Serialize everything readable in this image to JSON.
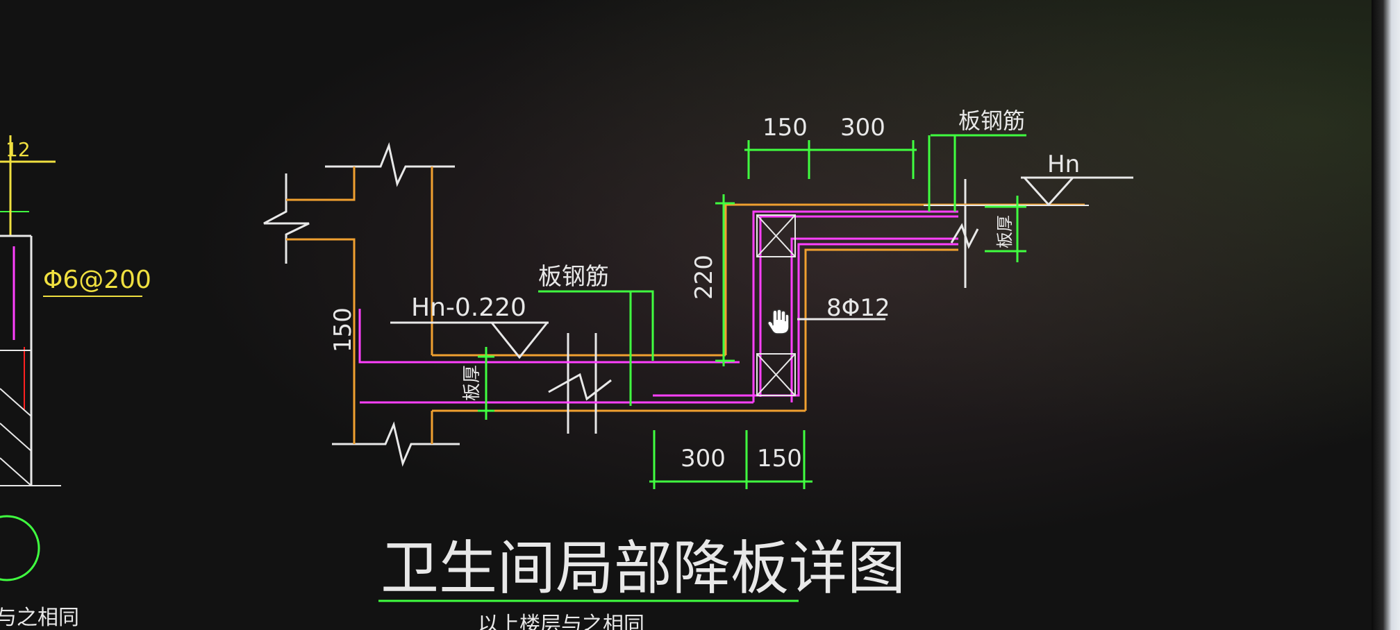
{
  "drawing": {
    "title": "卫生间局部降板详图",
    "subtitle": "以上楼层与之相同",
    "left_partial_caption": "与之相同",
    "left_partial_top": "12",
    "left_rebar": "Φ6@200",
    "left_label": "板钢筋",
    "right_label": "板钢筋",
    "elev_left": "Hn-0.220",
    "elev_right": "Hn",
    "dim_150_top": "150",
    "dim_300_top": "300",
    "dim_220": "220",
    "dim_150_left": "150",
    "dim_300_bottom": "300",
    "dim_150_bottom": "150",
    "slab_thick_left": "板厚",
    "slab_thick_right": "板厚",
    "corner_rebar": "8Φ12"
  },
  "colors": {
    "screen": "#121212",
    "white_line": "#e8e8e8",
    "orange_line": "#f0a030",
    "magenta_rebar": "#ff40ff",
    "green_dim": "#40ff40",
    "yellow_text": "#f0e040"
  },
  "icons": [
    "hand-cursor-icon"
  ]
}
